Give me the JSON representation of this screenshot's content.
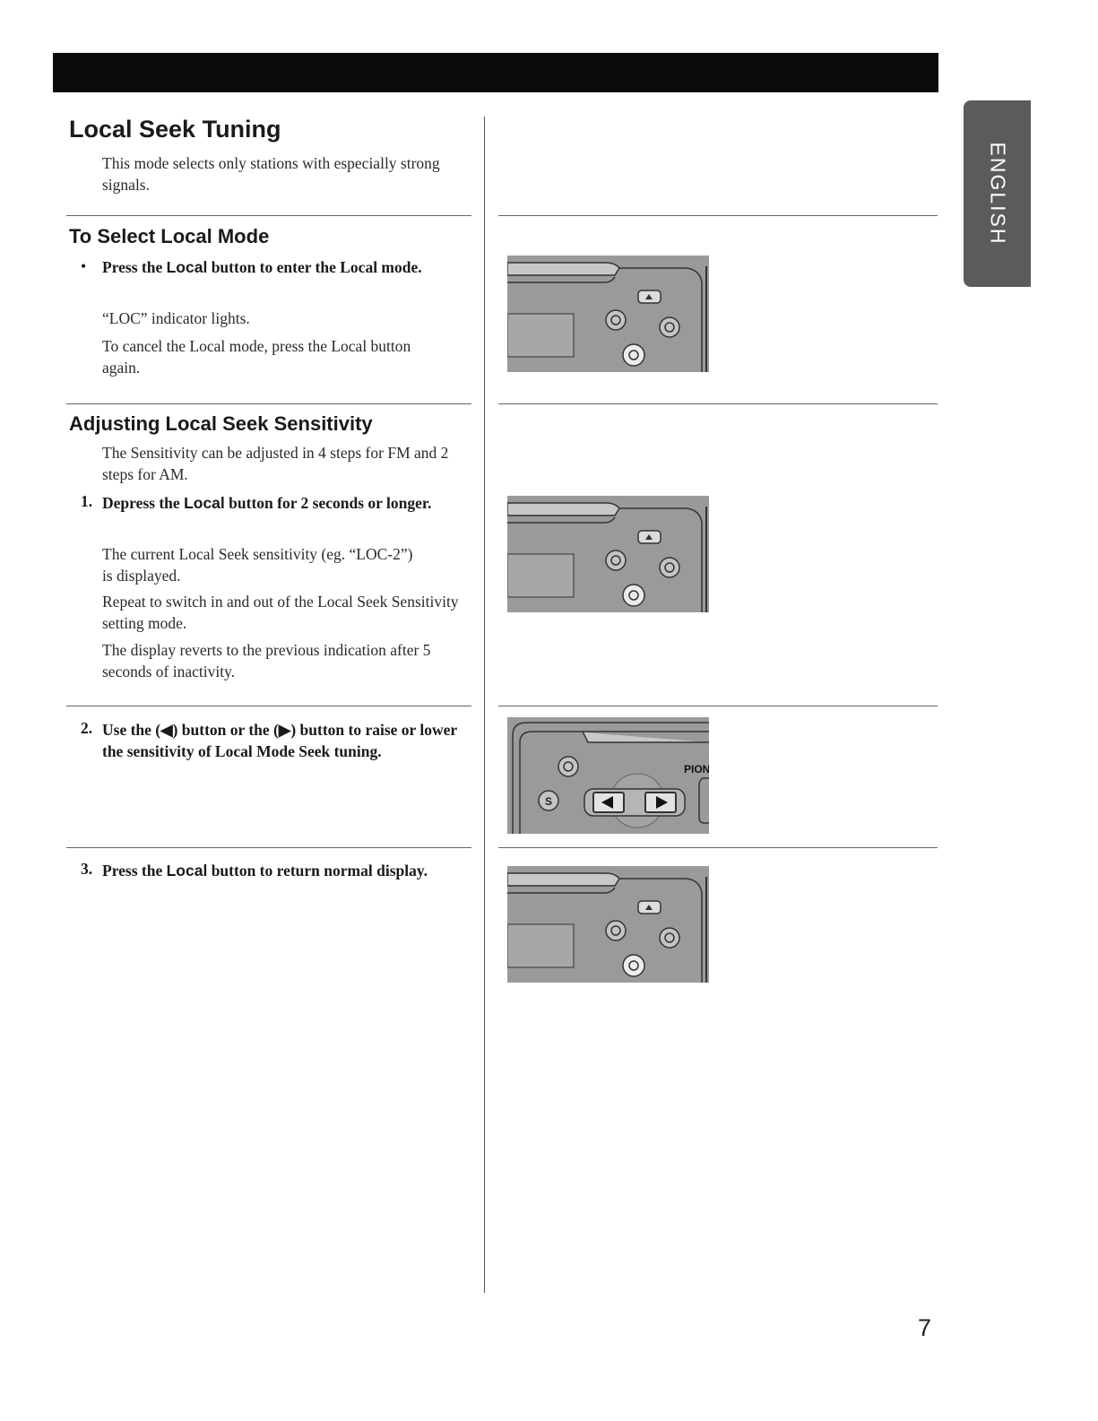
{
  "side_tab": {
    "label": "ENGLISH"
  },
  "local_seek": {
    "title": "Local Seek Tuning",
    "intro": "This mode selects only stations with especially strong signals."
  },
  "select_local": {
    "title": "To Select Local Mode",
    "bullet": "•",
    "step_pre": "Press the ",
    "step_key": "Local",
    "step_post": " button to enter the Local mode.",
    "note1": "“LOC” indicator lights.",
    "note2": "To cancel the Local mode, press the Local button again."
  },
  "adjusting": {
    "title": "Adjusting Local Seek Sensitivity",
    "intro": "The Sensitivity can be adjusted in 4 steps for FM and 2 steps for AM.",
    "step1_num": "1.",
    "step1_pre": "Depress the ",
    "step1_key": "Local",
    "step1_post": " button for 2 seconds or longer.",
    "step1_note1": "The current Local Seek sensitivity (eg. “LOC-2”) is displayed.",
    "step1_note2": "Repeat to switch in and out of the Local Seek Sensitivity setting mode.",
    "step1_note3": "The display reverts to the previous indication after 5 seconds of inactivity.",
    "step2_num": "2.",
    "step2_text": "Use the (◀) button or the (▶) button to raise or lower the sensitivity of Local Mode Seek tuning.",
    "step3_num": "3.",
    "step3_pre": "Press the ",
    "step3_key": "Local",
    "step3_post": " button to return normal display."
  },
  "illustration": {
    "brand": "PION",
    "s_label": "S"
  },
  "page_number": "7"
}
